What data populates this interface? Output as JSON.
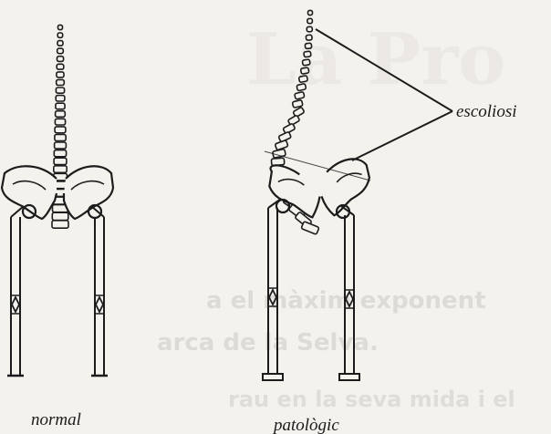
{
  "figure": {
    "normal_label": "normal",
    "pathological_label": "patològic",
    "scoliosis_label": "escoliosi"
  },
  "show_through_text": {
    "line1": "a el màxim exponent",
    "line2": "arca de la Selva.",
    "line3": "rau en la seva mida i el"
  },
  "colors": {
    "paper": "#f4f2ed",
    "ink": "#1c1c1c",
    "show_through": "#d9d6d1"
  }
}
